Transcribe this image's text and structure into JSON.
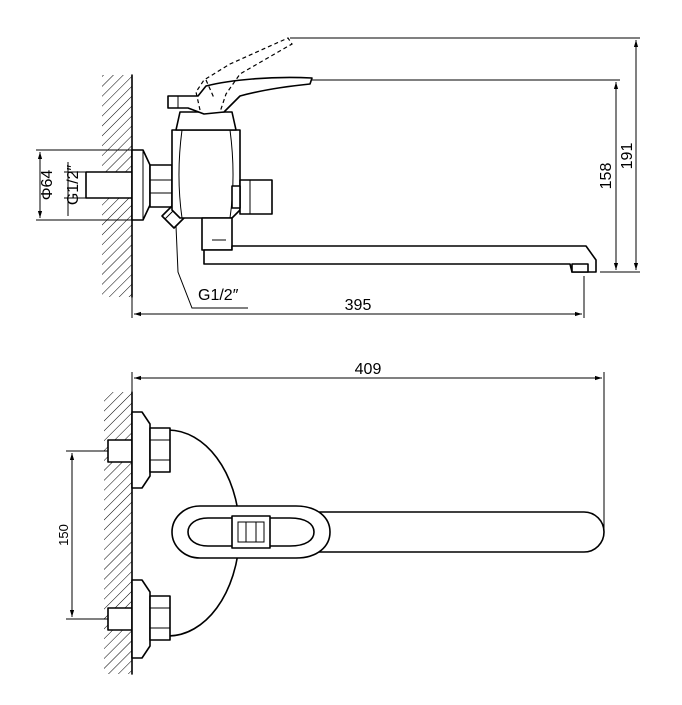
{
  "dimensions": {
    "height_total": "191",
    "height_spout": "158",
    "diameter_flange": "Φ64",
    "thread_inlet": "G1/2″",
    "thread_outlet": "G1/2″",
    "length_side": "395",
    "length_top": "409",
    "inlet_spacing": "150"
  }
}
